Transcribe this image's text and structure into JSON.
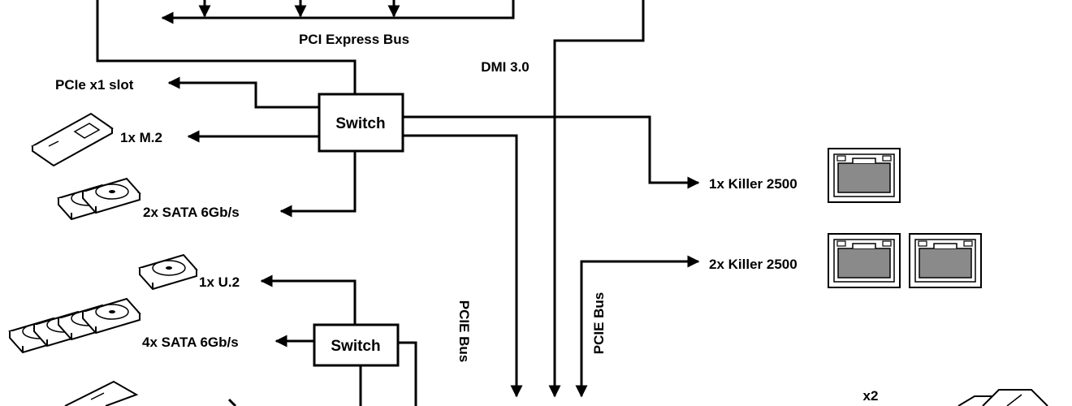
{
  "colors": {
    "line": "#000000",
    "port_fill": "#8a8a8a",
    "background": "#ffffff"
  },
  "labels": {
    "pci_express_bus": "PCI Express Bus",
    "dmi": "DMI 3.0",
    "pcie_x1_slot": "PCIe x1 slot",
    "m2": "1x M.2",
    "sata_2x": "2x SATA 6Gb/s",
    "u2": "1x U.2",
    "sata_4x": "4x SATA 6Gb/s",
    "killer_1x": "1x Killer 2500",
    "killer_2x": "2x Killer 2500",
    "pcie_bus_center": "PCIE Bus",
    "pcie_bus_right": "PCIE Bus",
    "x2": "x2"
  },
  "switches": {
    "upper": "Switch",
    "lower": "Switch"
  },
  "icons": {
    "m2": "m2-card-icon",
    "sata_2x": "hard-drive-icon",
    "u2": "hard-drive-icon",
    "sata_4x": "hard-drive-icon",
    "lan_1x": "ethernet-port-icon",
    "lan_2x": "ethernet-port-icon",
    "usb": "usb-port-icon"
  }
}
